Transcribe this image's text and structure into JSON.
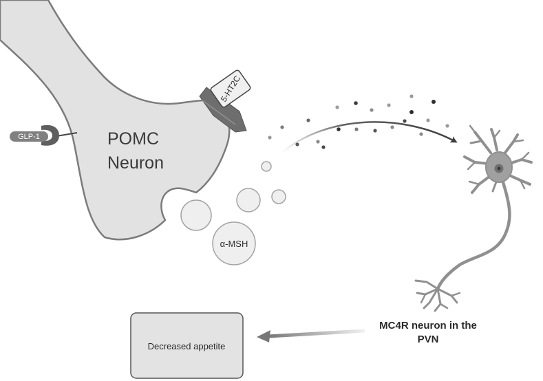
{
  "labels": {
    "pomc_line1": "POMC",
    "pomc_line2": "Neuron",
    "receptor_5ht2c": "5-HT2C",
    "receptor_glp1": "GLP-1",
    "alpha_msh": "α-MSH",
    "mc4r_line1": "MC4R neuron in the",
    "mc4r_line2": "PVN",
    "outcome": "Decreased appetite"
  },
  "colors": {
    "cell_fill": "#e2e2e2",
    "cell_stroke": "#7b7b7b",
    "receptor": "#6e6e6e",
    "arrow": "#3d3d3d",
    "box_fill": "#e3e3e3",
    "box_stroke": "#555555"
  },
  "icons": {
    "receptor_5ht2c": "u-shaped-receptor-icon",
    "receptor_glp1": "membrane-receptor-icon",
    "mc4r_neuron": "neuron-icon"
  }
}
